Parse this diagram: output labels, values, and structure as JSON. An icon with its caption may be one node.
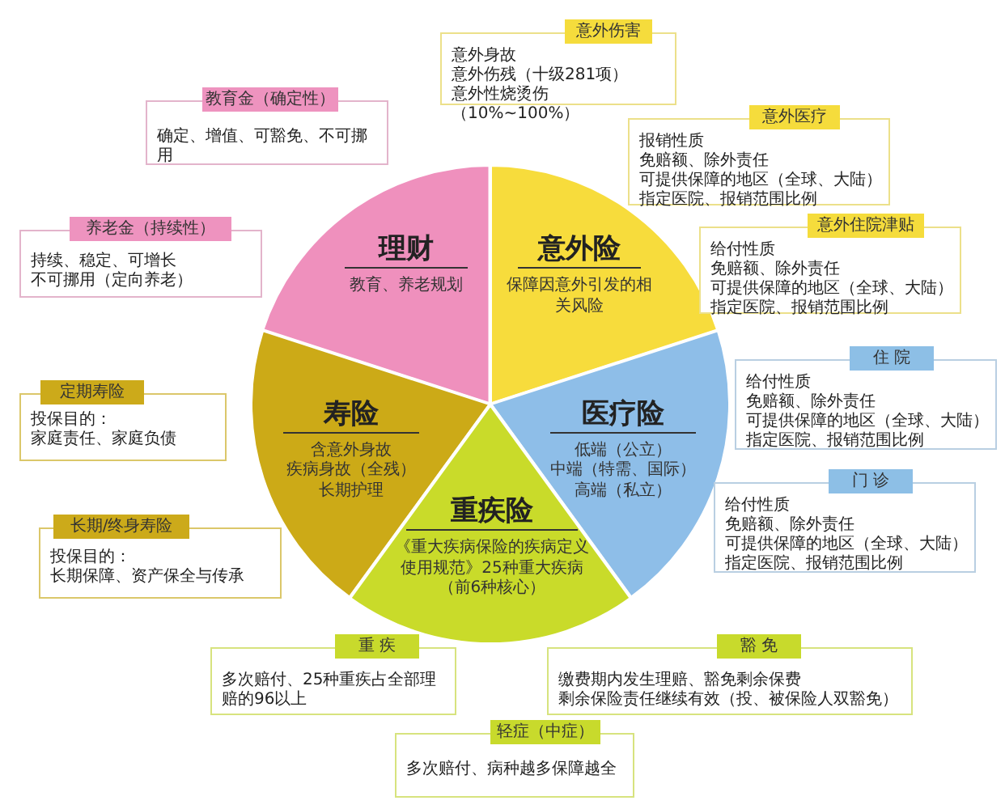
{
  "diagram": {
    "nodes": [
      {
        "text": [
          "意外伤害",
          "意外身故",
          "意外伤残（十级281项）",
          "意外性烧烫伤（10%~100%）"
        ]
      },
      {
        "text": [
          "教育金（确定性）",
          "确定、增值、可豁免、不可挪用"
        ]
      },
      {
        "text": [
          "意外医疗",
          "报销性质",
          "免赔额、除外责任",
          "可提供保障的地区（全球、大陆）",
          "指定医院、报销范围比例"
        ]
      },
      {
        "text": [
          "养老金（持续性）",
          "持续、稳定、可增长",
          "不可挪用（定向养老）"
        ]
      },
      {
        "text": [
          "理财",
          "教育、养老规划"
        ]
      },
      {
        "text": [
          "意外险",
          "保障因意外引发的相关风险"
        ]
      },
      {
        "text": [
          "意外住院津贴",
          "给付性质",
          "免赔额、除外责任",
          "可提供保障的地区（全球、大陆）",
          "指定医院、报销范围比例"
        ]
      },
      {
        "text": [
          "住 院",
          "给付性质",
          "免赔额、除外责任",
          "可提供保障的地区（全球、大陆）",
          "指定医院、报销范围比例"
        ]
      },
      {
        "text": [
          "定期寿险",
          "投保目的：",
          "家庭责任、家庭负债"
        ]
      },
      {
        "text": [
          "寿险",
          "含意外身故",
          "疾病身故（全残）",
          "长期护理"
        ]
      },
      {
        "text": [
          "医疗险",
          "低端（公立）",
          "中端（特需、国际）",
          "高端（私立）"
        ]
      },
      {
        "text": [
          "门 诊",
          "给付性质",
          "免赔额、除外责任",
          "可提供保障的地区（全球、大陆）",
          "指定医院、报销范围比例"
        ]
      },
      {
        "text": [
          "重疾险",
          "《重大疾病保险的疾病定义使用规范》25种重大疾病",
          "（前6种核心）"
        ]
      },
      {
        "text": [
          "长期/终身寿险",
          "投保目的：",
          "长期保障、资产保全与传承"
        ]
      },
      {
        "text": [
          "重 疾",
          "多次赔付、25种重疾占全部理赔的96以上"
        ]
      },
      {
        "text": [
          "豁 免",
          "缴费期内发生理赔、豁免剩余保费",
          "剩余保险责任继续有效（投、被保险人双豁免）"
        ]
      },
      {
        "text": [
          "轻症（中症）",
          "多次赔付、病种越多保障越全"
        ]
      }
    ]
  }
}
